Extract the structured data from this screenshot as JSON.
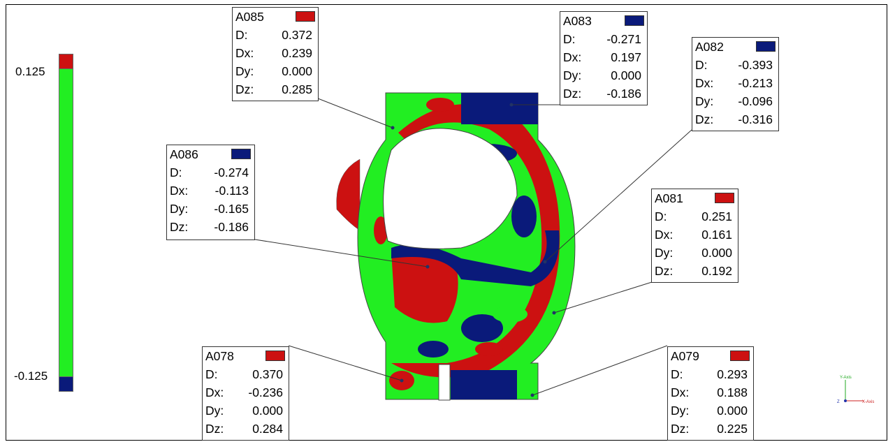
{
  "scale": {
    "max_label": "0.125",
    "min_label": "-0.125",
    "colors": {
      "above": "#cc1111",
      "within": "#22ee22",
      "below": "#0a1a7a"
    }
  },
  "callouts": [
    {
      "id": "A085",
      "name": "A085",
      "status": "above",
      "rows": [
        {
          "k": "D:",
          "v": "0.372"
        },
        {
          "k": "Dx:",
          "v": "0.239"
        },
        {
          "k": "Dy:",
          "v": "0.000"
        },
        {
          "k": "Dz:",
          "v": "0.285"
        }
      ]
    },
    {
      "id": "A083",
      "name": "A083",
      "status": "below",
      "rows": [
        {
          "k": "D:",
          "v": "-0.271"
        },
        {
          "k": "Dx:",
          "v": "0.197"
        },
        {
          "k": "Dy:",
          "v": "0.000"
        },
        {
          "k": "Dz:",
          "v": "-0.186"
        }
      ]
    },
    {
      "id": "A082",
      "name": "A082",
      "status": "below",
      "rows": [
        {
          "k": "D:",
          "v": "-0.393"
        },
        {
          "k": "Dx:",
          "v": "-0.213"
        },
        {
          "k": "Dy:",
          "v": "-0.096"
        },
        {
          "k": "Dz:",
          "v": "-0.316"
        }
      ]
    },
    {
      "id": "A086",
      "name": "A086",
      "status": "below",
      "rows": [
        {
          "k": "D:",
          "v": "-0.274"
        },
        {
          "k": "Dx:",
          "v": "-0.113"
        },
        {
          "k": "Dy:",
          "v": "-0.165"
        },
        {
          "k": "Dz:",
          "v": "-0.186"
        }
      ]
    },
    {
      "id": "A081",
      "name": "A081",
      "status": "above",
      "rows": [
        {
          "k": "D:",
          "v": "0.251"
        },
        {
          "k": "Dx:",
          "v": "0.161"
        },
        {
          "k": "Dy:",
          "v": "0.000"
        },
        {
          "k": "Dz:",
          "v": "0.192"
        }
      ]
    },
    {
      "id": "A078",
      "name": "A078",
      "status": "above",
      "rows": [
        {
          "k": "D:",
          "v": "0.370"
        },
        {
          "k": "Dx:",
          "v": "-0.236"
        },
        {
          "k": "Dy:",
          "v": "0.000"
        },
        {
          "k": "Dz:",
          "v": "0.284"
        }
      ]
    },
    {
      "id": "A079",
      "name": "A079",
      "status": "above",
      "rows": [
        {
          "k": "D:",
          "v": "0.293"
        },
        {
          "k": "Dx:",
          "v": "0.188"
        },
        {
          "k": "Dy:",
          "v": "0.000"
        },
        {
          "k": "Dz:",
          "v": "0.225"
        }
      ]
    }
  ],
  "axes": {
    "y_label": "Y-Axis",
    "z_label": "Z",
    "x_label": "X-Axis"
  }
}
